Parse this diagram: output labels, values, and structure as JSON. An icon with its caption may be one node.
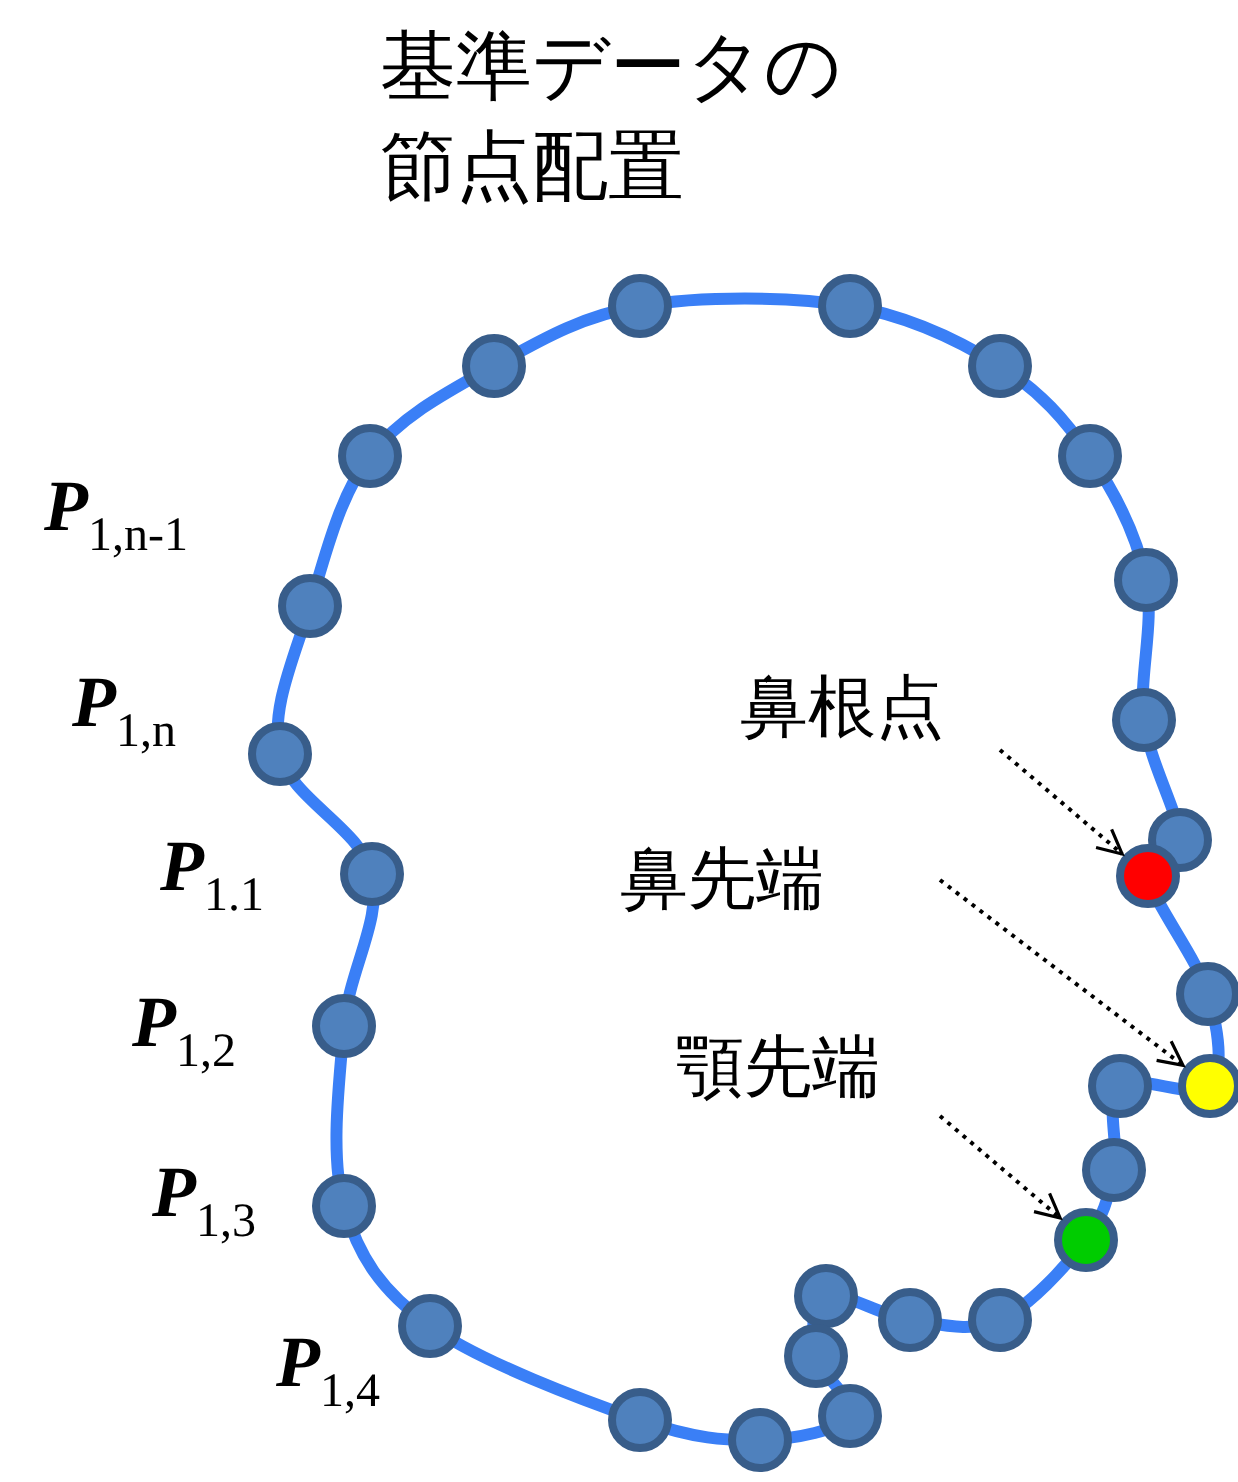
{
  "diagram": {
    "title": "基準データの節点配置",
    "nodes": [
      {
        "text": [
          "鼻根点"
        ]
      },
      {
        "text": [
          "鼻先端"
        ]
      },
      {
        "text": [
          "顎先端"
        ]
      },
      {
        "text": [],
        "shape": "circle"
      },
      {
        "text": [],
        "shape": "circle"
      },
      {
        "text": [],
        "shape": "circle"
      }
    ],
    "edges": [
      {
        "from": 0,
        "to": 3,
        "arrow": "to",
        "style": "dashed"
      },
      {
        "from": 1,
        "to": 4,
        "arrow": "to",
        "style": "dashed"
      },
      {
        "from": 2,
        "to": 5,
        "arrow": "to",
        "style": "dashed"
      }
    ],
    "labels": [
      "**P**$_{1,n-1}$",
      "**P**$_{1,n}$",
      "**P**$_{1.1}$",
      "**P**$_{1,2}$",
      "**P**$_{1,3}$",
      "**P**$_{1,4}$"
    ]
  }
}
